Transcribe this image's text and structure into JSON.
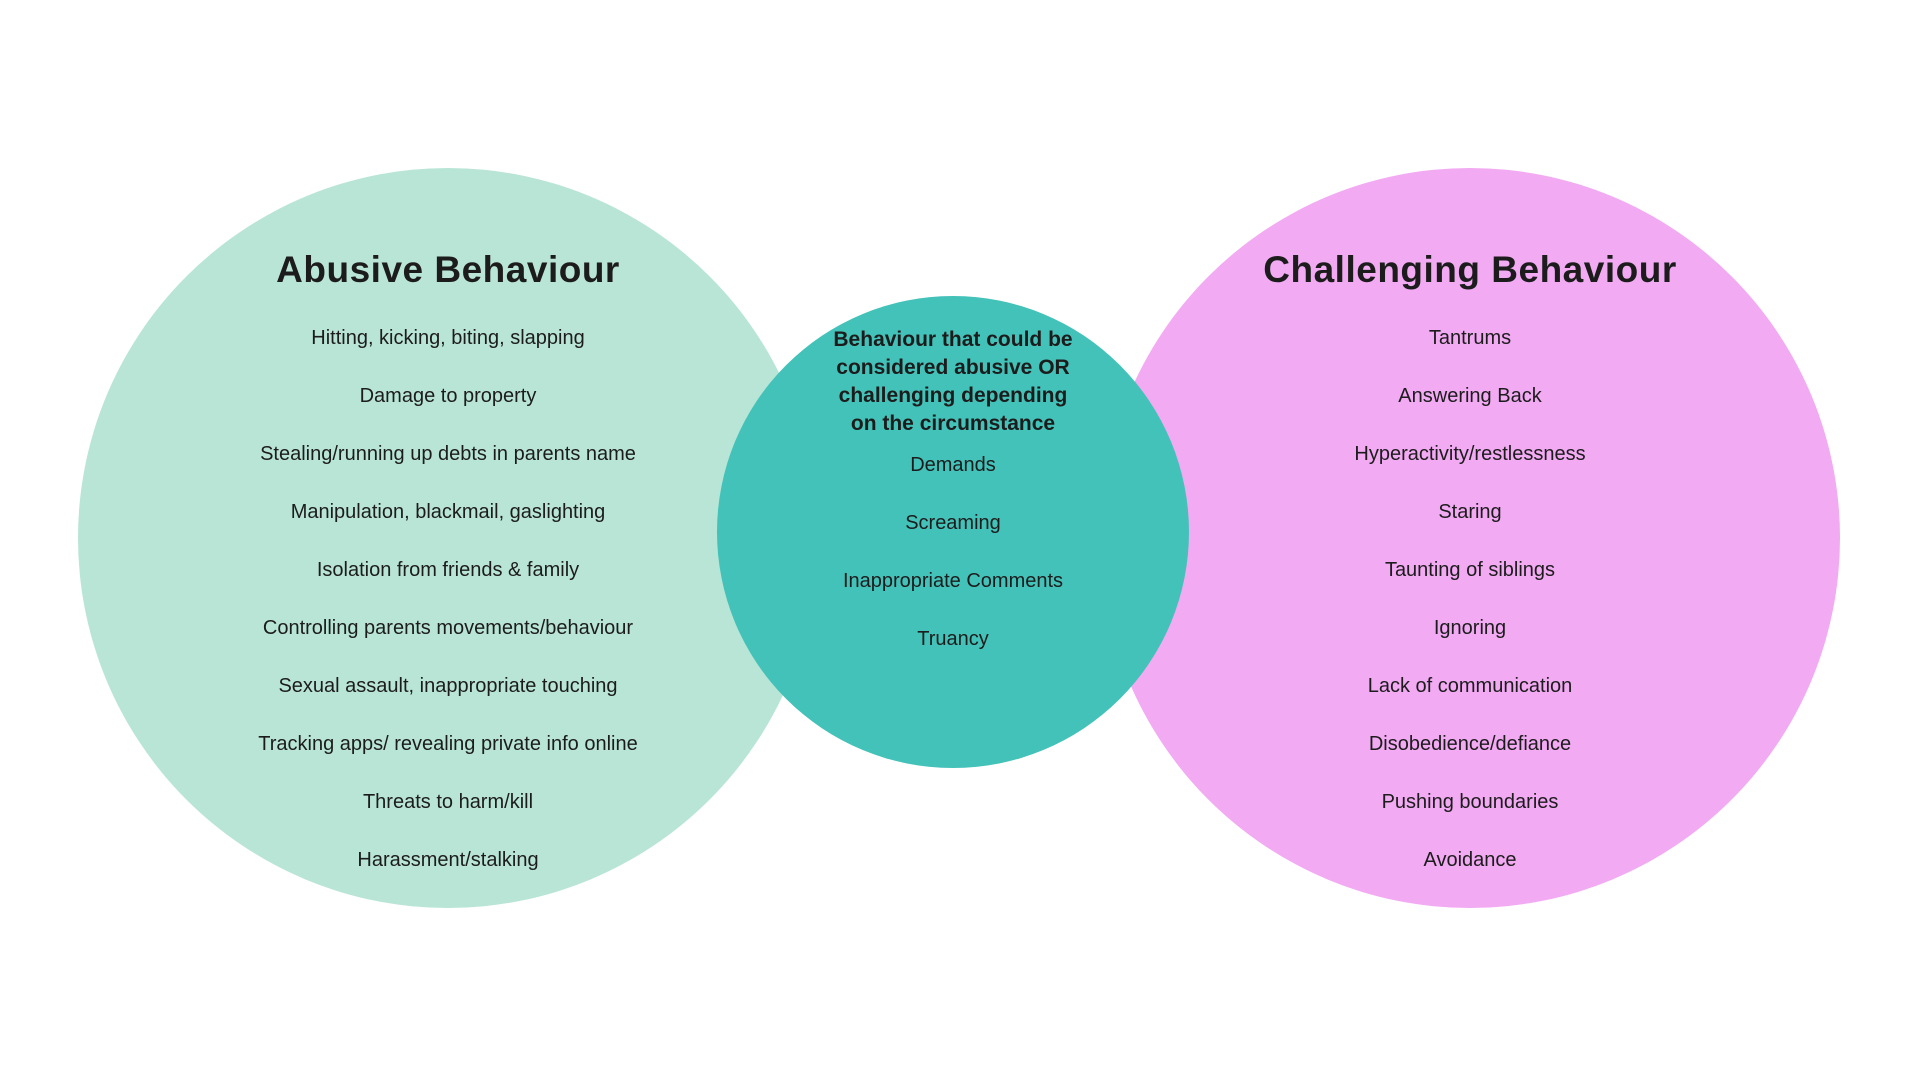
{
  "left_circle": {
    "title": "Abusive Behaviour",
    "color": "#b9e5d7",
    "items": [
      "Hitting, kicking, biting, slapping",
      "Damage to property",
      "Stealing/running up debts in parents name",
      "Manipulation, blackmail, gaslighting",
      "Isolation from friends & family",
      "Controlling parents movements/behaviour",
      "Sexual assault, inappropriate touching",
      "Tracking apps/ revealing private info online",
      "Threats to harm/kill",
      "Harassment/stalking"
    ]
  },
  "overlap_circle": {
    "title_lines": [
      "Behaviour that could be",
      "considered abusive OR",
      "challenging depending",
      "on the circumstance"
    ],
    "color": "#43c2b9",
    "items": [
      "Demands",
      "Screaming",
      "Inappropriate Comments",
      "Truancy"
    ]
  },
  "right_circle": {
    "title": "Challenging Behaviour",
    "color": "#f2aaf3",
    "items": [
      "Tantrums",
      "Answering Back",
      "Hyperactivity/restlessness",
      "Staring",
      "Taunting of siblings",
      "Ignoring",
      "Lack of communication",
      "Disobedience/defiance",
      "Pushing boundaries",
      "Avoidance"
    ]
  },
  "background_color": "#ffffff",
  "text_color": "#1c1c1c"
}
